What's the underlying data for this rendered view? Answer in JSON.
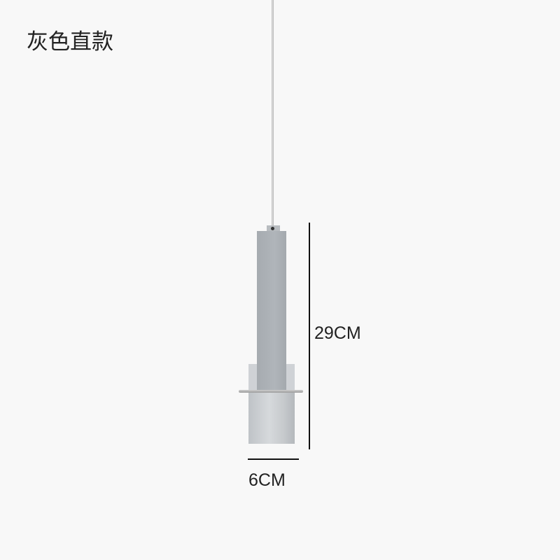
{
  "title": "灰色直款",
  "dimensions": {
    "height": "29CM",
    "width": "6CM"
  }
}
